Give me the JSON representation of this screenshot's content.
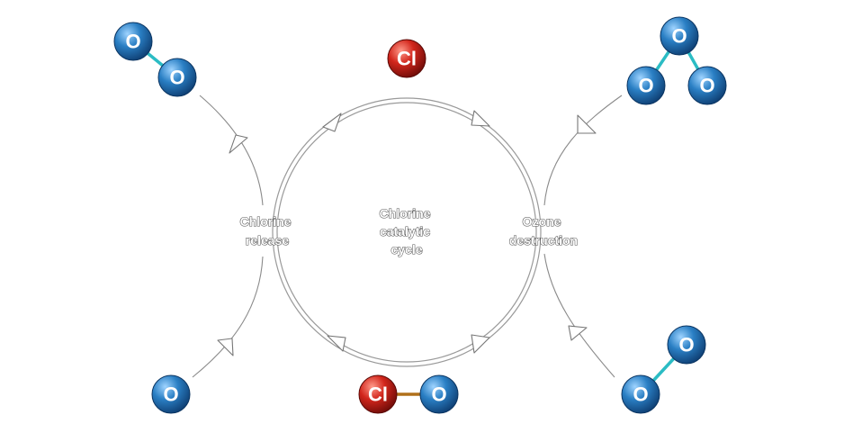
{
  "labels": {
    "left": [
      "Chlorine",
      "release"
    ],
    "center": [
      "Chlorine",
      "catalytic",
      "cycle"
    ],
    "right": [
      "Ozone",
      "destruction"
    ]
  },
  "atoms": {
    "oxygen": "O",
    "chlorine": "Cl"
  },
  "colors": {
    "oxygen": "#1f6fb0",
    "chlorine": "#c0251f",
    "o_o_bond": "#2bbcc4",
    "cl_o_bond": "#b0701a",
    "ring": "#9a9a9a"
  }
}
